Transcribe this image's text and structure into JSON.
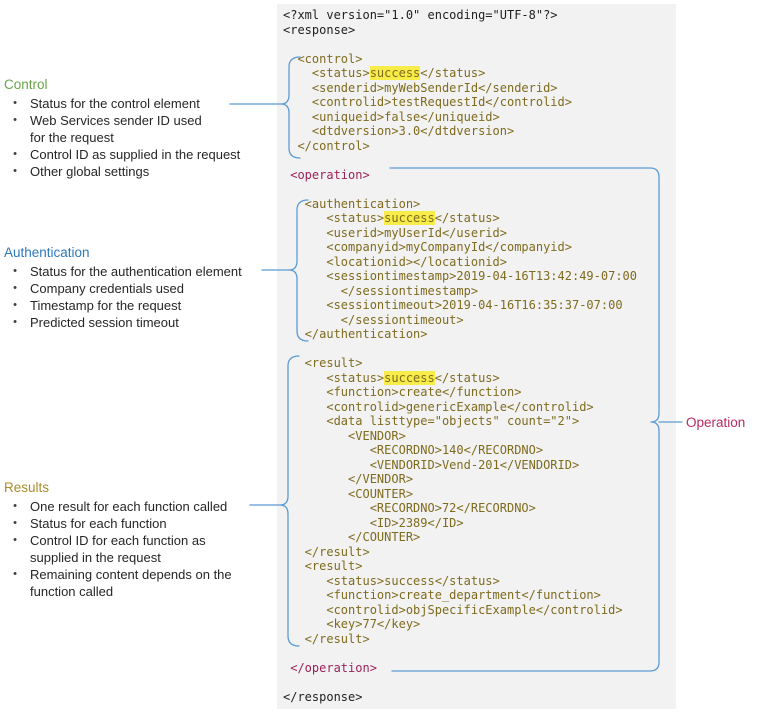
{
  "panel": {
    "background": "#f2f2f2"
  },
  "colors": {
    "connector_blue": "#5b9bd5",
    "xml_tag": "#7f6b1e",
    "operation_tag": "#9c2158",
    "highlight_yellow": "#f7ec49",
    "control_heading": "#68a548",
    "authentication_heading": "#2e79bc",
    "results_heading": "#ab8b28",
    "operation_label": "#bb2a62"
  },
  "annotations": {
    "control": {
      "title": "Control",
      "bullets": [
        "Status for the control element",
        "Web Services sender ID used\nfor the request",
        "Control ID as supplied in the request",
        "Other global settings"
      ]
    },
    "authentication": {
      "title": "Authentication",
      "bullets": [
        "Status for the authentication element",
        "Company credentials used",
        "Timestamp for the request",
        "Predicted session timeout"
      ]
    },
    "results": {
      "title": "Results",
      "bullets": [
        "One result for each function called",
        "Status for each function",
        "Control ID for each function as\nsupplied in the request",
        "Remaining content depends on the\nfunction called"
      ]
    },
    "operation_label": "Operation"
  },
  "code": {
    "highlight_word": "success",
    "lines": [
      {
        "i": 0,
        "t": "<?xml version=\"1.0\" encoding=\"UTF-8\"?>",
        "c": "plain"
      },
      {
        "i": 0,
        "t": "<response>",
        "c": "plain"
      },
      {
        "i": 0,
        "t": "",
        "c": "plain"
      },
      {
        "i": 2,
        "t": "<control>",
        "c": "tag"
      },
      {
        "i": 4,
        "t": "<status>success</status>",
        "c": "tag",
        "hl": true
      },
      {
        "i": 4,
        "t": "<senderid>myWebSenderId</senderid>",
        "c": "tag"
      },
      {
        "i": 4,
        "t": "<controlid>testRequestId</controlid>",
        "c": "tag"
      },
      {
        "i": 4,
        "t": "<uniqueid>false</uniqueid>",
        "c": "tag"
      },
      {
        "i": 4,
        "t": "<dtdversion>3.0</dtdversion>",
        "c": "tag"
      },
      {
        "i": 2,
        "t": "</control>",
        "c": "tag"
      },
      {
        "i": 0,
        "t": "",
        "c": "plain"
      },
      {
        "i": 1,
        "t": "<operation>",
        "c": "op"
      },
      {
        "i": 0,
        "t": "",
        "c": "plain"
      },
      {
        "i": 3,
        "t": "<authentication>",
        "c": "tag"
      },
      {
        "i": 6,
        "t": "<status>success</status>",
        "c": "tag",
        "hl": true
      },
      {
        "i": 6,
        "t": "<userid>myUserId</userid>",
        "c": "tag"
      },
      {
        "i": 6,
        "t": "<companyid>myCompanyId</companyid>",
        "c": "tag"
      },
      {
        "i": 6,
        "t": "<locationid></locationid>",
        "c": "tag"
      },
      {
        "i": 6,
        "t": "<sessiontimestamp>2019-04-16T13:42:49-07:00",
        "c": "tag"
      },
      {
        "i": 8,
        "t": "</sessiontimestamp>",
        "c": "tag"
      },
      {
        "i": 6,
        "t": "<sessiontimeout>2019-04-16T16:35:37-07:00",
        "c": "tag"
      },
      {
        "i": 8,
        "t": "</sessiontimeout>",
        "c": "tag"
      },
      {
        "i": 3,
        "t": "</authentication>",
        "c": "tag"
      },
      {
        "i": 0,
        "t": "",
        "c": "plain"
      },
      {
        "i": 3,
        "t": "<result>",
        "c": "tag"
      },
      {
        "i": 6,
        "t": "<status>success</status>",
        "c": "tag",
        "hl": true
      },
      {
        "i": 6,
        "t": "<function>create</function>",
        "c": "tag"
      },
      {
        "i": 6,
        "t": "<controlid>genericExample</controlid>",
        "c": "tag"
      },
      {
        "i": 6,
        "t": "<data listtype=\"objects\" count=\"2\">",
        "c": "tag"
      },
      {
        "i": 9,
        "t": "<VENDOR>",
        "c": "tag"
      },
      {
        "i": 12,
        "t": "<RECORDNO>140</RECORDNO>",
        "c": "tag"
      },
      {
        "i": 12,
        "t": "<VENDORID>Vend-201</VENDORID>",
        "c": "tag"
      },
      {
        "i": 9,
        "t": "</VENDOR>",
        "c": "tag"
      },
      {
        "i": 9,
        "t": "<COUNTER>",
        "c": "tag"
      },
      {
        "i": 12,
        "t": "<RECORDNO>72</RECORDNO>",
        "c": "tag"
      },
      {
        "i": 12,
        "t": "<ID>2389</ID>",
        "c": "tag"
      },
      {
        "i": 9,
        "t": "</COUNTER>",
        "c": "tag"
      },
      {
        "i": 3,
        "t": "</result>",
        "c": "tag"
      },
      {
        "i": 3,
        "t": "<result>",
        "c": "tag"
      },
      {
        "i": 6,
        "t": "<status>success</status>",
        "c": "tag"
      },
      {
        "i": 6,
        "t": "<function>create_department</function>",
        "c": "tag"
      },
      {
        "i": 6,
        "t": "<controlid>objSpecificExample</controlid>",
        "c": "tag"
      },
      {
        "i": 6,
        "t": "<key>77</key>",
        "c": "tag"
      },
      {
        "i": 3,
        "t": "</result>",
        "c": "tag"
      },
      {
        "i": 0,
        "t": "",
        "c": "plain"
      },
      {
        "i": 1,
        "t": "</operation>",
        "c": "op"
      },
      {
        "i": 0,
        "t": "",
        "c": "plain"
      },
      {
        "i": 0,
        "t": "</response>",
        "c": "plain"
      }
    ]
  }
}
